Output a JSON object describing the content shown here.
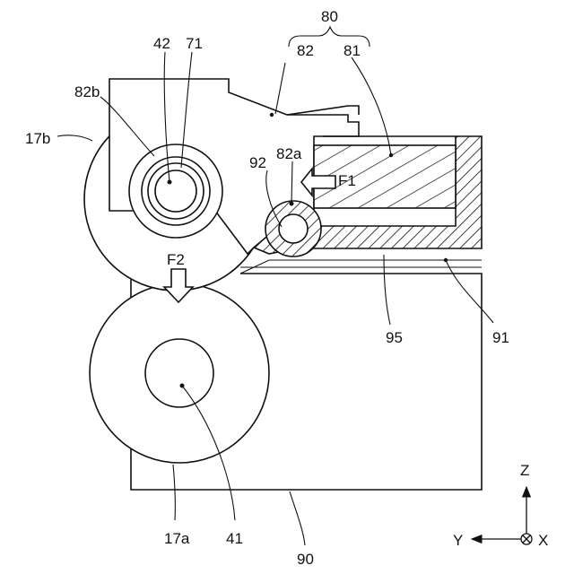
{
  "labels": {
    "n80": "80",
    "n82": "82",
    "n81": "81",
    "n42": "42",
    "n71": "71",
    "n82b": "82b",
    "n17b": "17b",
    "n92": "92",
    "n82a": "82a",
    "nF1": "F1",
    "nF2": "F2",
    "n95": "95",
    "n91": "91",
    "n17a": "17a",
    "n41": "41",
    "n90": "90"
  },
  "axes": {
    "z": "Z",
    "y": "Y",
    "x": "X"
  },
  "colors": {
    "line": "#111111",
    "background": "#ffffff"
  }
}
